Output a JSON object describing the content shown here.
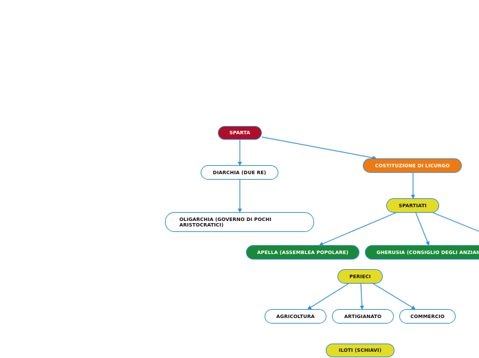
{
  "colors": {
    "connector": "#2e8fd6",
    "root": "#b20d28",
    "orange": "#ef7a12",
    "yellow": "#e4dc24",
    "green": "#1a8a3a",
    "white": "#ffffff"
  },
  "nodes": {
    "sparta": "SPARTA",
    "diarchia": "DIARCHIA (DUE RE)",
    "oligarchia": "OLIGARCHIA (GOVERNO DI POCHI ARISTOCRATICI)",
    "costituzione": "COSTITUZIONE DI LICURGO",
    "spartiati": "SPARTIATI",
    "apella": "APELLA (ASSEMBLEA POPOLARE)",
    "gherusia": "GHERUSIA (CONSIGLIO DEGLI ANZIANI)",
    "perieci": "PERIECI",
    "agricoltura": "AGRICOLTURA",
    "artigianato": "ARTIGIANATO",
    "commercio": "COMMERCIO",
    "iloti": "ILOTI (SCHIAVI)"
  }
}
